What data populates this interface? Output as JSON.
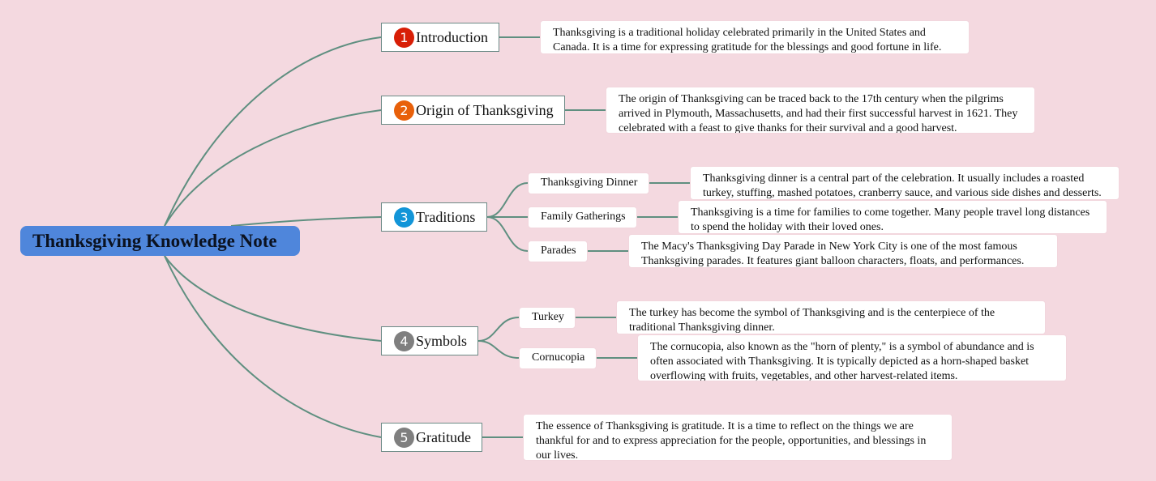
{
  "root": "Thanksgiving Knowledge Note",
  "colors": {
    "link": "#5f8f80",
    "root": "#4f86db",
    "background": "#f4d9e0"
  },
  "topics": [
    {
      "num": "1",
      "badge_color": "#d81e06",
      "label": "Introduction",
      "note": "Thanksgiving is a traditional holiday celebrated primarily in the United States and Canada. It is a time for expressing gratitude for the blessings and good fortune in life."
    },
    {
      "num": "2",
      "badge_color": "#e8600a",
      "label": "Origin of Thanksgiving",
      "note": "The origin of Thanksgiving can be traced back to the 17th century when the pilgrims arrived in Plymouth, Massachusetts, and had their first successful harvest in 1621. They celebrated with a feast to give thanks for their survival and a good harvest."
    },
    {
      "num": "3",
      "badge_color": "#1295d8",
      "label": "Traditions",
      "children": [
        {
          "label": "Thanksgiving Dinner",
          "note": "Thanksgiving dinner is a central part of the celebration. It usually includes a roasted turkey, stuffing, mashed potatoes, cranberry sauce, and various side dishes and desserts."
        },
        {
          "label": "Family Gatherings",
          "note": "Thanksgiving is a time for families to come together. Many people travel long distances to spend the holiday with their loved ones."
        },
        {
          "label": "Parades",
          "note": "The Macy's Thanksgiving Day Parade in New York City is one of the most famous Thanksgiving parades. It features giant balloon characters, floats, and performances."
        }
      ]
    },
    {
      "num": "4",
      "badge_color": "#7f7f7f",
      "label": "Symbols",
      "children": [
        {
          "label": "Turkey",
          "note": "The turkey has become the symbol of Thanksgiving and is the centerpiece of the traditional Thanksgiving dinner."
        },
        {
          "label": "Cornucopia",
          "note": "The cornucopia, also known as the \"horn of plenty,\" is a symbol of abundance and is often associated with Thanksgiving. It is typically depicted as a horn-shaped basket overflowing with fruits, vegetables, and other harvest-related items."
        }
      ]
    },
    {
      "num": "5",
      "badge_color": "#7f7f7f",
      "label": "Gratitude",
      "note": "The essence of Thanksgiving is gratitude. It is a time to reflect on the things we are thankful for and to express appreciation for the people, opportunities, and blessings in our lives."
    }
  ]
}
